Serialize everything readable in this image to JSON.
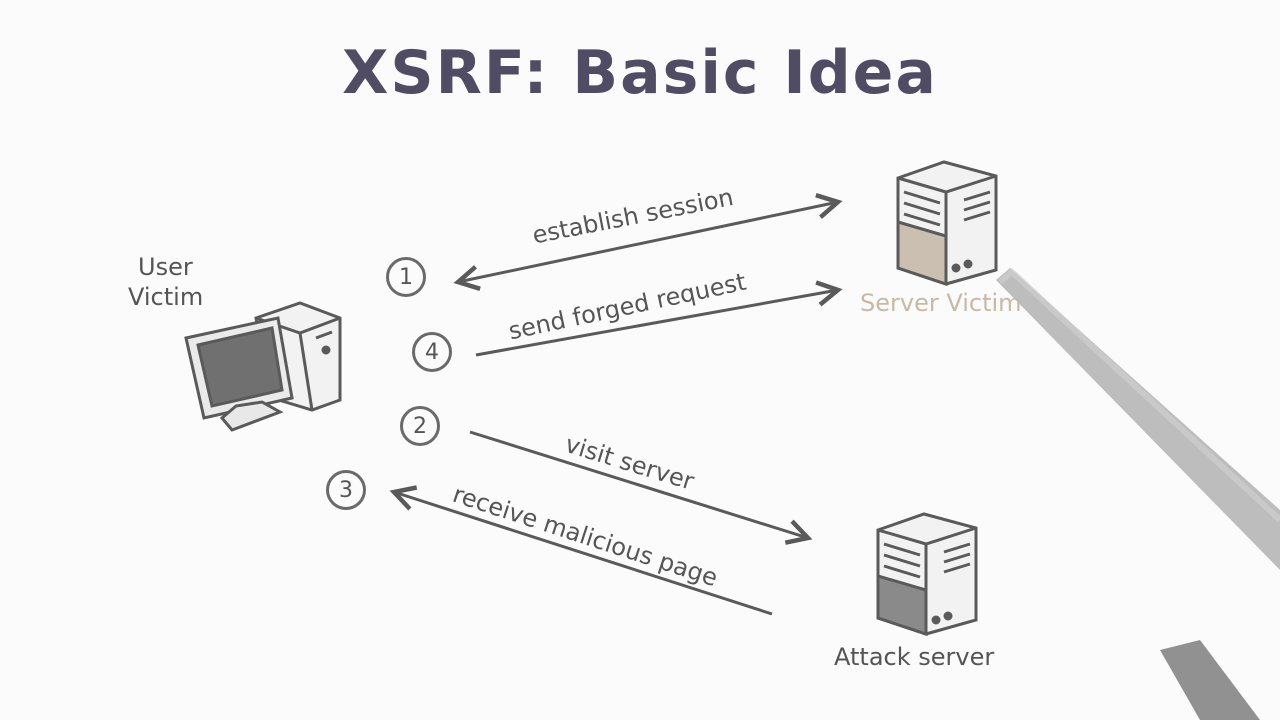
{
  "title": "XSRF: Basic Idea",
  "nodes": {
    "user_line1": "User",
    "user_line2": "Victim",
    "server_victim": "Server Victim",
    "attack_server": "Attack server"
  },
  "arrows": [
    {
      "step": "1",
      "label": "establish session"
    },
    {
      "step": "4",
      "label": "send forged request"
    },
    {
      "step": "2",
      "label": "visit server"
    },
    {
      "step": "3",
      "label": "receive malicious page"
    }
  ],
  "colors": {
    "ink": "#5a5a5a",
    "title": "#4f4c63",
    "server_victim_label": "#c9b8a6",
    "server_victim_tint": "#cbbfb2",
    "background": "#fbfbfb"
  }
}
